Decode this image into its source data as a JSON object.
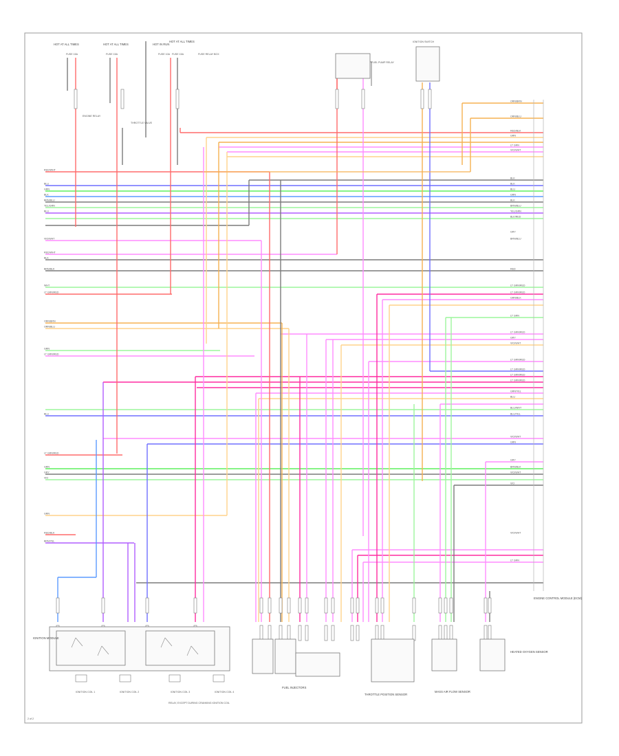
{
  "diagram": {
    "page_number": "2 of 2",
    "power_labels": [
      "HOT AT ALL TIMES",
      "HOT AT ALL TIMES",
      "HOT IN RUN",
      "HOT AT ALL TIMES"
    ],
    "fuse_labels": [
      "FUSE 15A",
      "FUSE 15A",
      "FUSE 10A",
      "FUSE 15A"
    ],
    "top_components": [
      "FUSE RELAY BOX",
      "FUEL PUMP RELAY",
      "ENGINE RELAY",
      "THROTTLE VALVE",
      "IGNITION SWITCH"
    ],
    "ecm_label": "ENGINE CONTROL MODULE (ECM)",
    "bottom_components": {
      "ignition_module": "IGNITION MODULE",
      "ignition_coils": [
        "IGNITION COIL 1",
        "IGNITION COIL 2",
        "IGNITION COIL 3",
        "IGNITION COIL 4"
      ],
      "injectors": "FUEL INJECTORS",
      "throttle_sensor": "THROTTLE POSITION SENSOR",
      "mass_air_flow": "MASS AIR FLOW SENSOR",
      "heated_oxygen": "HEATED OXYGEN SENSOR"
    },
    "legend_note": "RELAY, EXCEPT DURING CRANKING IGNITION COIL",
    "left_wire_labels": [
      "RED/WHT",
      "BLU",
      "GRN",
      "BLK",
      "BRN/BLU",
      "YEL/GRN",
      "BLU",
      "VIO/WHT",
      "RED/WHT",
      "BLK",
      "BRN/BLK",
      "WHT",
      "LT GRN/RED",
      "ORN/BRN",
      "ORN/BLU",
      "GRN",
      "LT GRN/RED",
      "BLU",
      "LT GRN/RED",
      "GRN",
      "GRY",
      "VIO",
      "GRN",
      "RED/BLK",
      "BRN/YEL"
    ],
    "right_wire_labels": [
      "ORN/BRN",
      "ORN/BLU",
      "RED/BLK",
      "GRN",
      "LT GRN",
      "VIO/WHT",
      "BLK",
      "BLK",
      "BLU",
      "GRN",
      "BLK",
      "BRN/BLU",
      "YEL/GRN",
      "BLK/RED",
      "GRY",
      "BRN/BLU",
      "RED",
      "LT GRN/RED",
      "LT GRN/RED",
      "GRN/BLK",
      "LT GRN",
      "LT GRN/RED",
      "GRY",
      "VIO/WHT",
      "LT GRN/RED",
      "LT GRN/RED",
      "LT GRN/RED",
      "LT GRN/RED",
      "GRN/YEL",
      "BLU",
      "BLU/WHT",
      "BLU/YEL",
      "VIO/WHT",
      "GRN",
      "GRY",
      "BRN/BLK",
      "VIO/WHT",
      "VIO",
      "VIO/WHT",
      "LT GRN"
    ],
    "colors": {
      "red": "#ff6a6a",
      "pink": "#ff8cff",
      "magenta": "#ff2aa0",
      "blue": "#6e6eff",
      "green": "#5cf05c",
      "lightgreen": "#9cf59c",
      "orange": "#f5b050",
      "lorange": "#ffd28a",
      "gray": "#7a7a7a",
      "violet": "#b05cff",
      "teal": "#5a9aff",
      "black": "#444444"
    }
  }
}
